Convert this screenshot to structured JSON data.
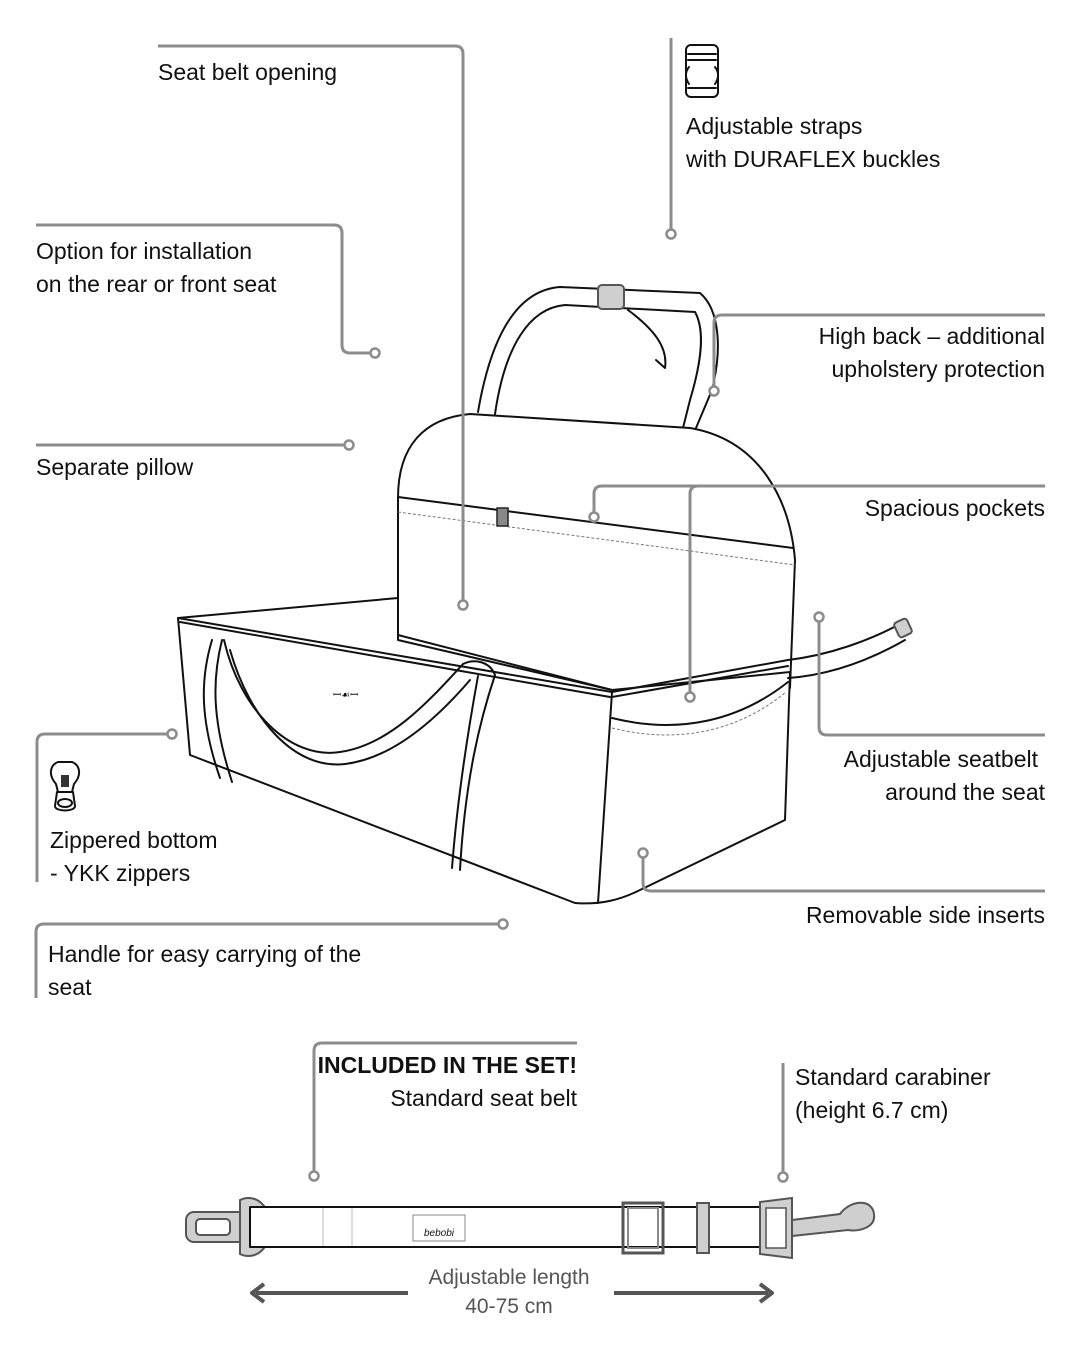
{
  "callouts": {
    "seat_belt_opening": "Seat belt opening",
    "installation": [
      "Option for installation",
      "on the rear or front seat"
    ],
    "separate_pillow": "Separate pillow",
    "zippered_bottom": [
      "Zippered bottom",
      "- YKK zippers"
    ],
    "handle": [
      "Handle for easy carrying of the",
      "seat"
    ],
    "adjustable_straps": [
      "Adjustable straps",
      "with DURAFLEX buckles"
    ],
    "high_back": [
      "High back – additional",
      "upholstery protection"
    ],
    "spacious_pockets": "Spacious pockets",
    "adjustable_seatbelt": [
      "Adjustable seatbelt",
      "around the seat"
    ],
    "removable_inserts": "Removable side inserts"
  },
  "accessory": {
    "included_badge": "INCLUDED IN THE SET!",
    "seat_belt_label": "Standard seat belt",
    "carabiner": [
      "Standard carabiner",
      "(height 6.7 cm)"
    ],
    "length_label": "Adjustable length",
    "length_value": "40-75 cm",
    "brand_tag": "bebobi"
  },
  "icons": {
    "buckle": "buckle-icon",
    "zipper": "zipper-icon"
  },
  "colors": {
    "leader_line": "#8c8c8c",
    "text": "#111111",
    "metal": "#cfcfcf"
  }
}
